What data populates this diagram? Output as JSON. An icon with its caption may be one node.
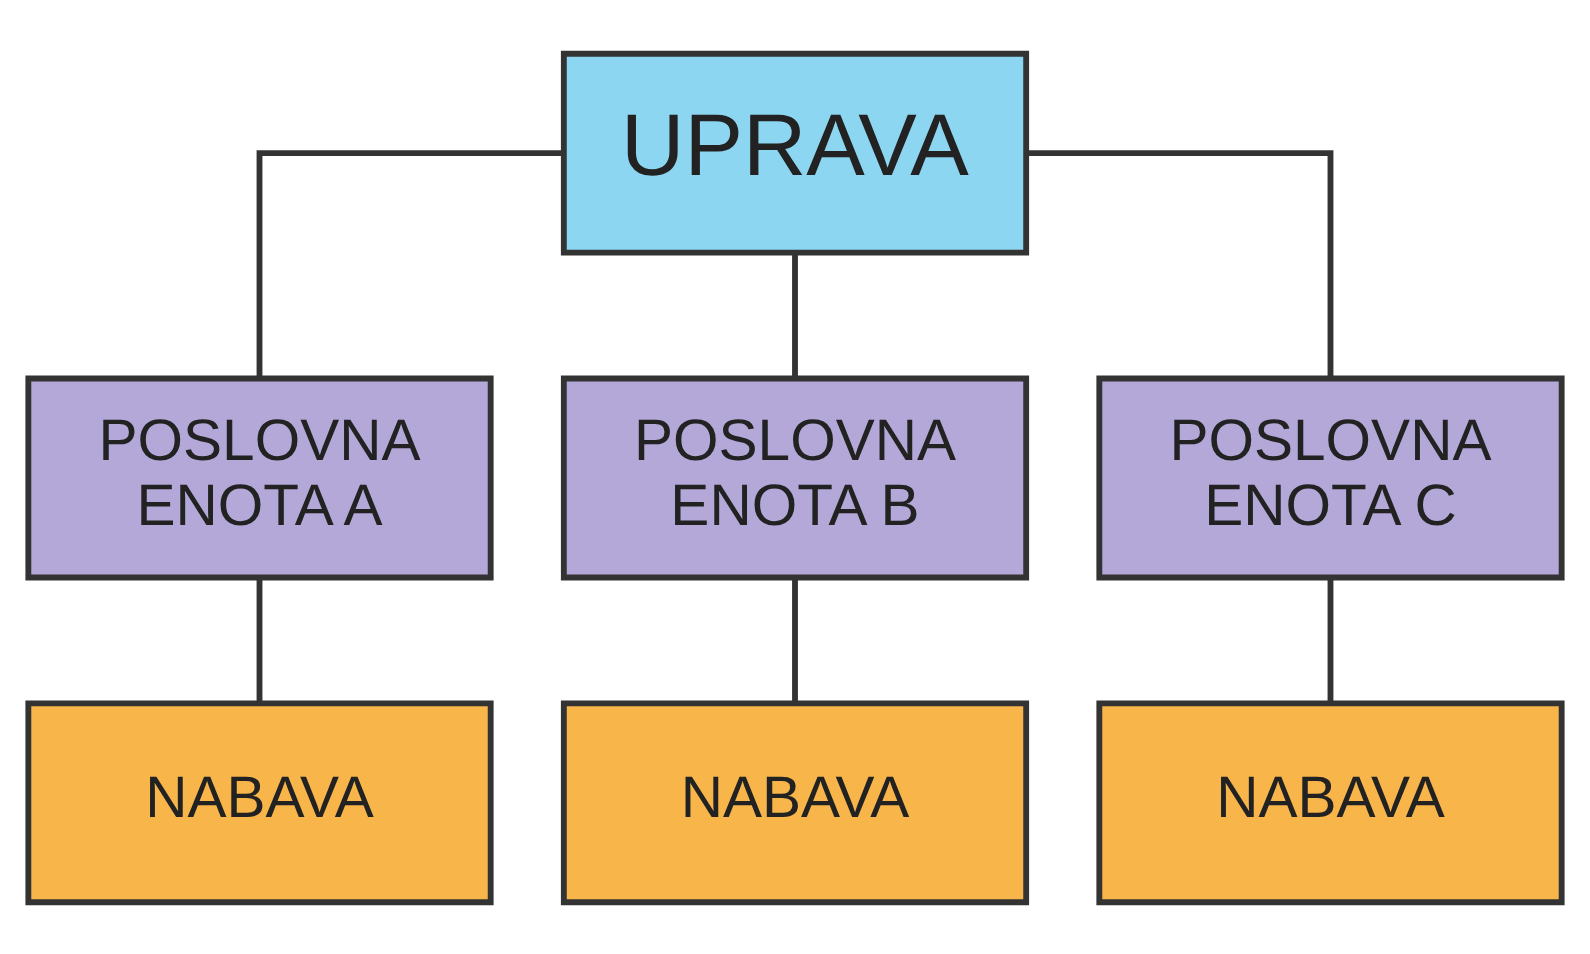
{
  "diagram": {
    "nodes": [
      {
        "text": [
          "UPRAVA"
        ]
      },
      {
        "text": [
          "POSLOVNA ENOTA A"
        ]
      },
      {
        "text": [
          "POSLOVNA ENOTA B"
        ]
      },
      {
        "text": [
          "POSLOVNA ENOTA C"
        ]
      },
      {
        "text": [
          "NABAVA"
        ]
      },
      {
        "text": [
          "NABAVA"
        ]
      },
      {
        "text": [
          "NABAVA"
        ]
      }
    ],
    "edges": [
      {
        "from": 0,
        "to": 1,
        "arrow": "none"
      },
      {
        "from": 0,
        "to": 2,
        "arrow": "none"
      },
      {
        "from": 0,
        "to": 3,
        "arrow": "none"
      },
      {
        "from": 1,
        "to": 4,
        "arrow": "none"
      },
      {
        "from": 2,
        "to": 5,
        "arrow": "none"
      },
      {
        "from": 3,
        "to": 6,
        "arrow": "none"
      }
    ]
  }
}
